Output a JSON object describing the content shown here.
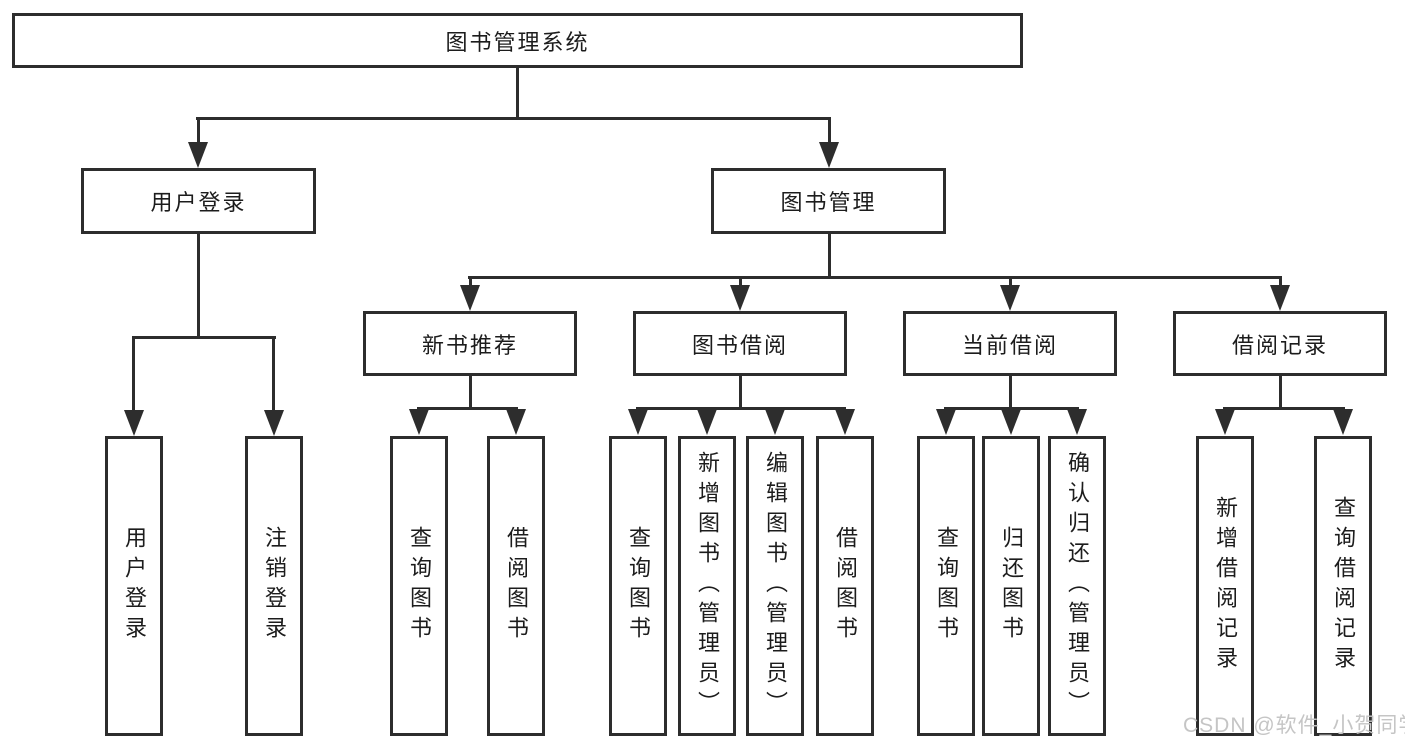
{
  "root": {
    "label": "图书管理系统"
  },
  "level1": {
    "user": {
      "label": "用户登录"
    },
    "mgmt": {
      "label": "图书管理"
    }
  },
  "level2": {
    "recommend": {
      "label": "新书推荐"
    },
    "borrow": {
      "label": "图书借阅"
    },
    "current": {
      "label": "当前借阅"
    },
    "records": {
      "label": "借阅记录"
    }
  },
  "leaves": {
    "user": [
      "用户登录",
      "注销登录"
    ],
    "recommend": [
      "查询图书",
      "借阅图书"
    ],
    "borrow": [
      "查询图书",
      "新增图书（管理员）",
      "编辑图书（管理员）",
      "借阅图书"
    ],
    "current": [
      "查询图书",
      "归还图书",
      "确认归还（管理员）"
    ],
    "records": [
      "新增借阅记录",
      "查询借阅记录"
    ]
  },
  "watermark": "CSDN @软件_小贺同学",
  "colors": {
    "line": "#2d2d2d",
    "text": "#1c1c1c",
    "watermark": "#c5c5c5",
    "background": "#ffffff"
  }
}
